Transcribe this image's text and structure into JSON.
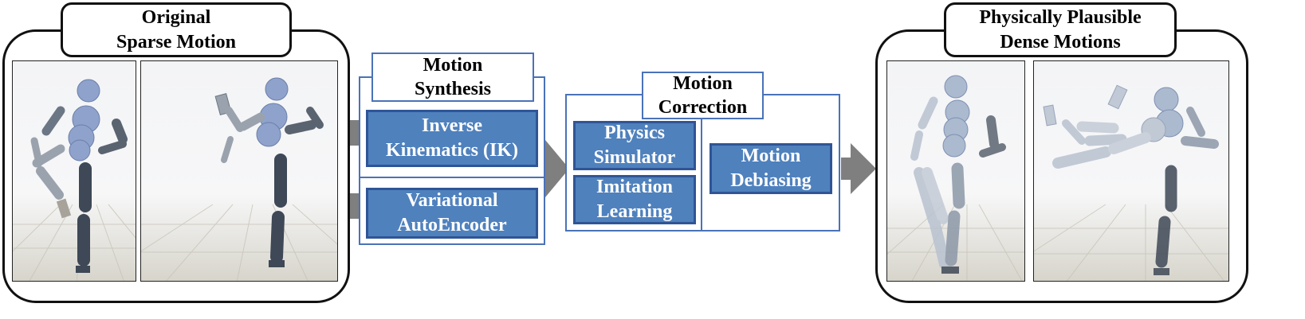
{
  "input_panel": {
    "title": "Original\nSparse Motion"
  },
  "output_panel": {
    "title": "Physically Plausible\nDense Motions"
  },
  "synthesis": {
    "title": "Motion\nSynthesis",
    "methods": [
      "Inverse\nKinematics (IK)",
      "Variational\nAutoEncoder"
    ]
  },
  "correction": {
    "title": "Motion\nCorrection",
    "methods": [
      "Physics\nSimulator",
      "Imitation\nLearning"
    ],
    "debias": "Motion\nDebiasing"
  },
  "colors": {
    "method_fill": "#4f81bd",
    "method_border": "#2f5597",
    "group_outline": "#4a72b8",
    "arrow": "#7f7f7f",
    "figure_dark": "#5c6a7a",
    "figure_light": "#9fb0c8",
    "joint": "#8ea2cc"
  }
}
